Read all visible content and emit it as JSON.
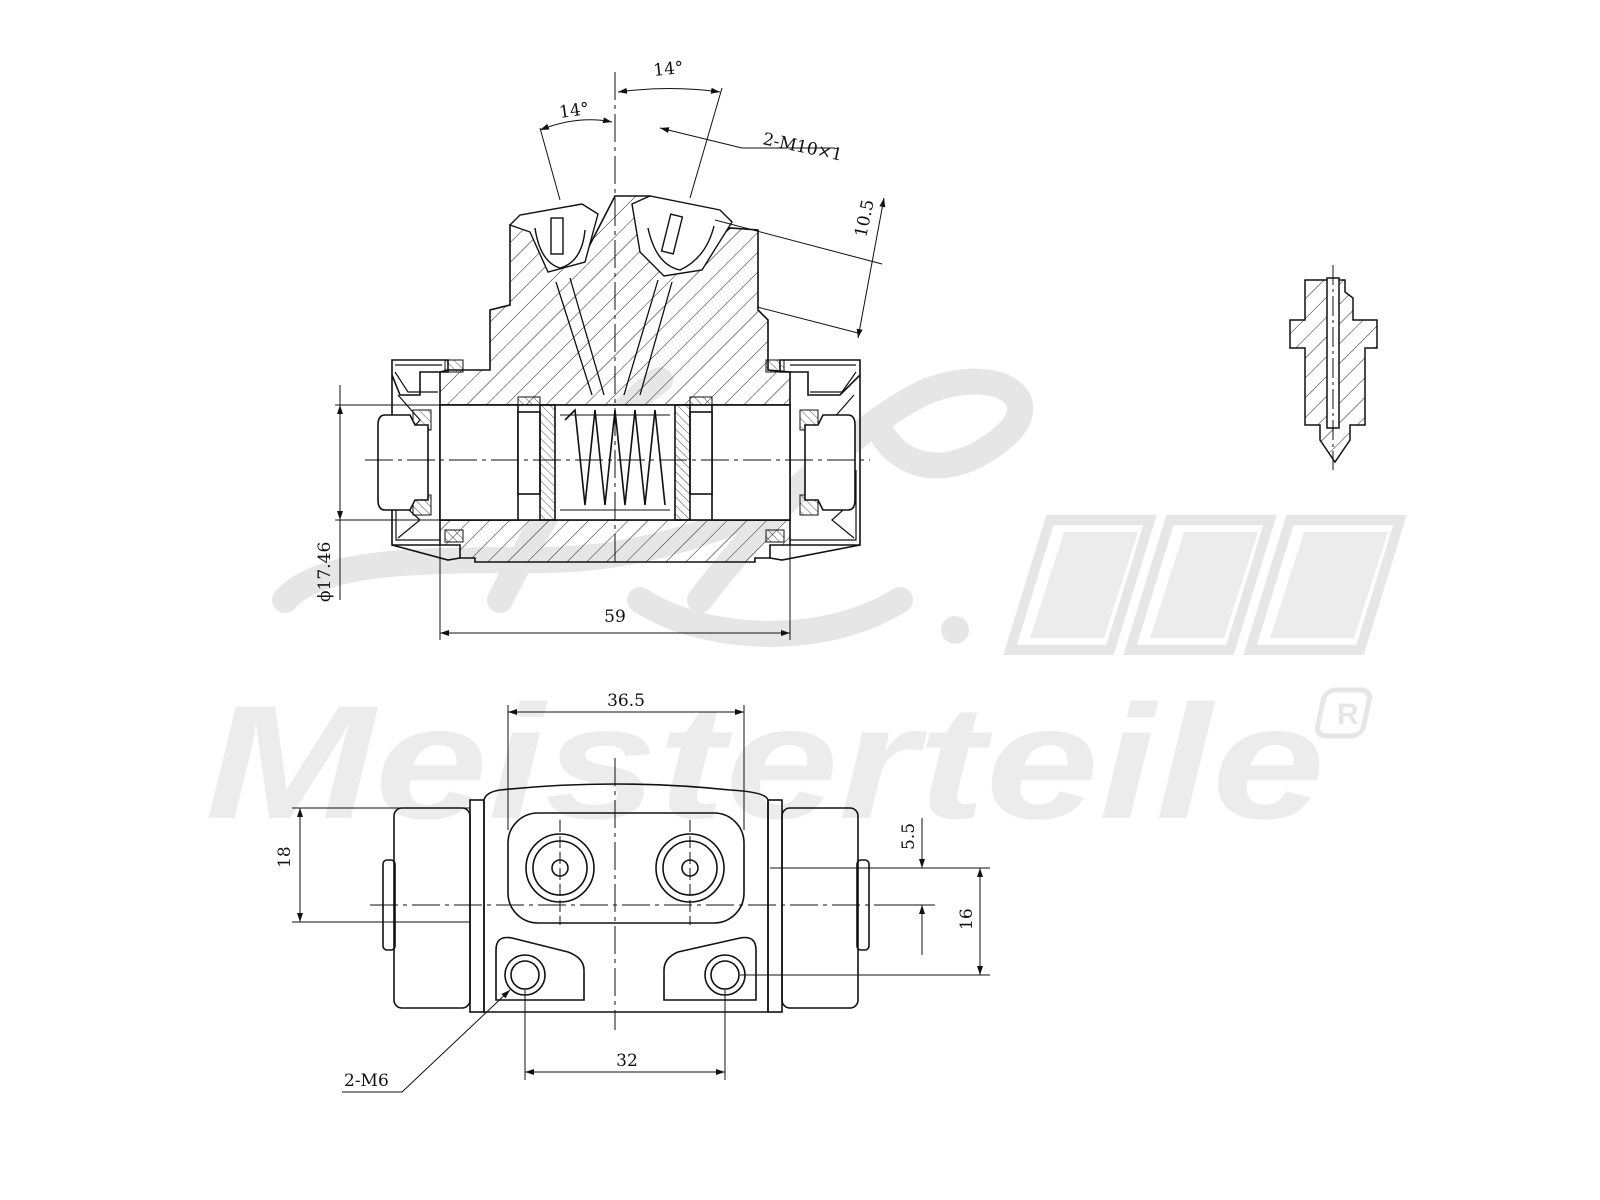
{
  "drawing": {
    "watermark": {
      "brand": "Meisterteile",
      "monogram": "A.L.",
      "registered_mark": "R"
    },
    "dimensions": {
      "angle_left": "14°",
      "angle_right": "14°",
      "thread_ports": "2-M10×1",
      "port_depth": "10.5",
      "bore_diameter": "ϕ17.46",
      "body_length": "59",
      "port_spacing": "36.5",
      "flange_height": "18",
      "offset_top": "5.5",
      "offset_bottom": "16",
      "mount_spacing": "32",
      "mount_threads": "2-M6"
    },
    "colors": {
      "line": "#111111",
      "watermark": "#e4e4e4"
    }
  }
}
